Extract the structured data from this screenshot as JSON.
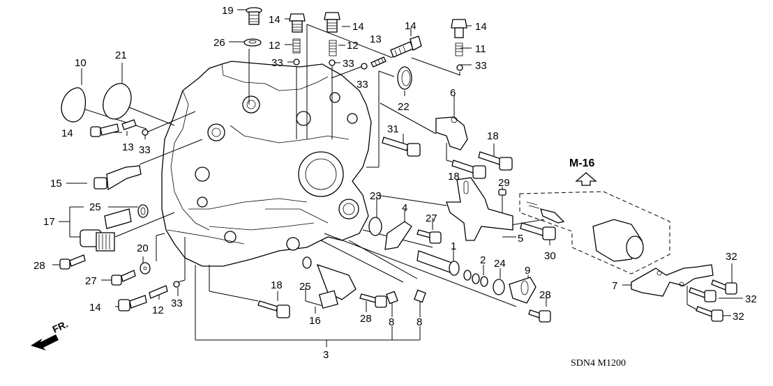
{
  "diagram": {
    "title_code": "SDN4 M1200",
    "reference": "M-16",
    "direction_label": "FR.",
    "callouts": [
      {
        "id": "c19a",
        "number": "19"
      },
      {
        "id": "c26",
        "number": "26"
      },
      {
        "id": "c14a",
        "number": "14"
      },
      {
        "id": "c12a",
        "number": "12"
      },
      {
        "id": "c33a",
        "number": "33"
      },
      {
        "id": "c14b",
        "number": "14"
      },
      {
        "id": "c12b",
        "number": "12"
      },
      {
        "id": "c33b",
        "number": "33"
      },
      {
        "id": "c13a",
        "number": "13"
      },
      {
        "id": "c33c",
        "number": "33"
      },
      {
        "id": "c14c",
        "number": "14"
      },
      {
        "id": "c22",
        "number": "22"
      },
      {
        "id": "c14d",
        "number": "14"
      },
      {
        "id": "c11",
        "number": "11"
      },
      {
        "id": "c33d",
        "number": "33"
      },
      {
        "id": "c10",
        "number": "10"
      },
      {
        "id": "c21",
        "number": "21"
      },
      {
        "id": "c6",
        "number": "6"
      },
      {
        "id": "c14e",
        "number": "14"
      },
      {
        "id": "c13b",
        "number": "13"
      },
      {
        "id": "c33e",
        "number": "33"
      },
      {
        "id": "c31",
        "number": "31"
      },
      {
        "id": "c18a",
        "number": "18"
      },
      {
        "id": "c18b",
        "number": "18"
      },
      {
        "id": "c15",
        "number": "15"
      },
      {
        "id": "c29",
        "number": "29"
      },
      {
        "id": "c25a",
        "number": "25"
      },
      {
        "id": "c17",
        "number": "17"
      },
      {
        "id": "c23",
        "number": "23"
      },
      {
        "id": "c4",
        "number": "4"
      },
      {
        "id": "c27a",
        "number": "27"
      },
      {
        "id": "c5",
        "number": "5"
      },
      {
        "id": "c30",
        "number": "30"
      },
      {
        "id": "c20",
        "number": "20"
      },
      {
        "id": "c28a",
        "number": "28"
      },
      {
        "id": "c1",
        "number": "1"
      },
      {
        "id": "c2",
        "number": "2"
      },
      {
        "id": "c24",
        "number": "24"
      },
      {
        "id": "c9",
        "number": "9"
      },
      {
        "id": "c32a",
        "number": "32"
      },
      {
        "id": "c27b",
        "number": "27"
      },
      {
        "id": "c7",
        "number": "7"
      },
      {
        "id": "c32b",
        "number": "32"
      },
      {
        "id": "c14f",
        "number": "14"
      },
      {
        "id": "c12c",
        "number": "12"
      },
      {
        "id": "c33f",
        "number": "33"
      },
      {
        "id": "c18c",
        "number": "18"
      },
      {
        "id": "c25b",
        "number": "25"
      },
      {
        "id": "c28b",
        "number": "28"
      },
      {
        "id": "c28c",
        "number": "28"
      },
      {
        "id": "c32c",
        "number": "32"
      },
      {
        "id": "c16",
        "number": "16"
      },
      {
        "id": "c8a",
        "number": "8"
      },
      {
        "id": "c8b",
        "number": "8"
      },
      {
        "id": "c3",
        "number": "3"
      }
    ]
  }
}
